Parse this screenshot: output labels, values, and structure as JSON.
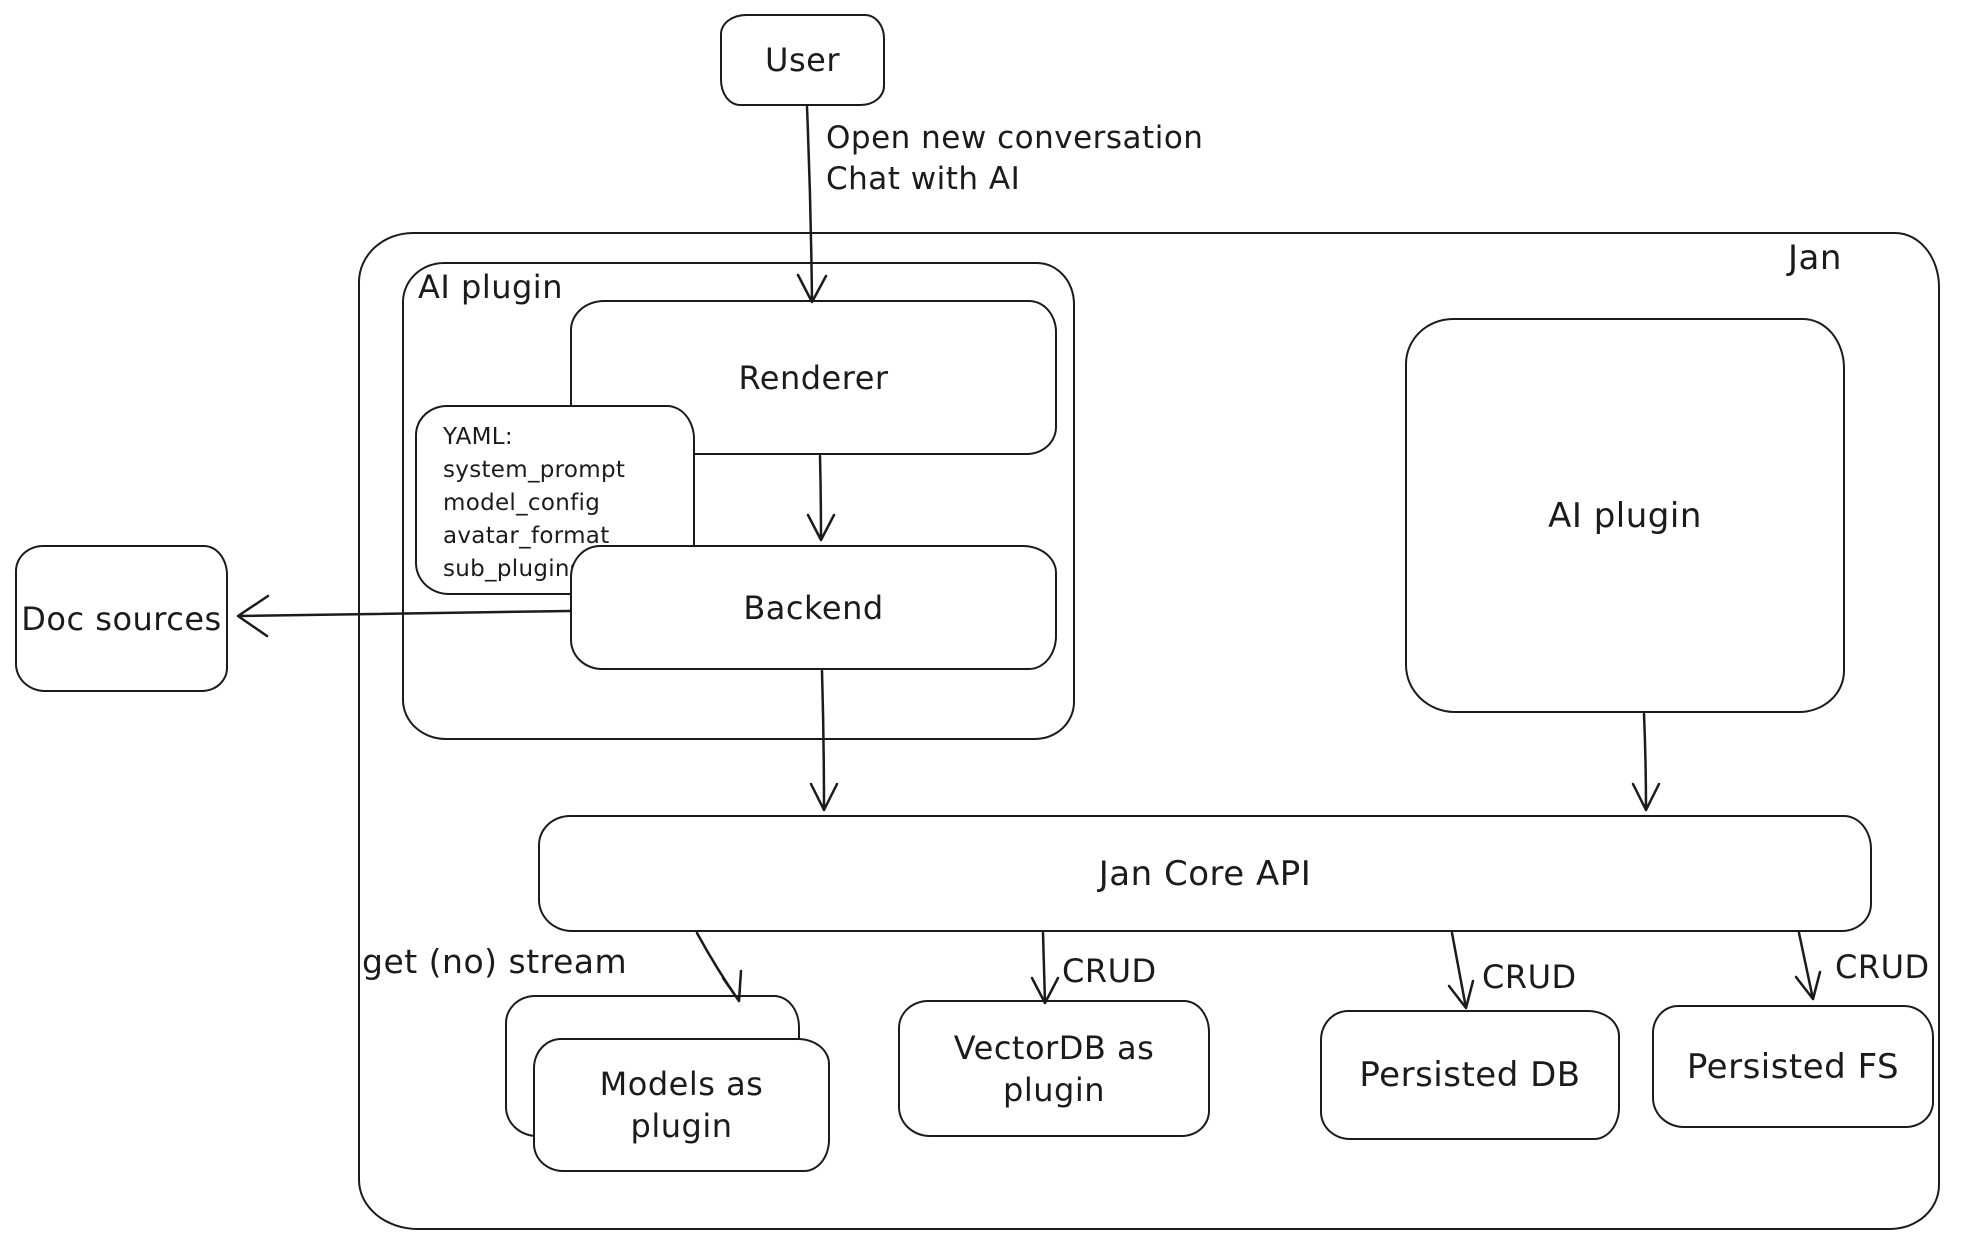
{
  "diagram": {
    "nodes": {
      "user": "User",
      "jan_label": "Jan",
      "ai_plugin_left": "AI plugin",
      "renderer": "Renderer",
      "backend": "Backend",
      "yaml_note": [
        "YAML:",
        "system_prompt",
        "model_config",
        "avatar_format",
        "sub_plugins"
      ],
      "doc_sources": "Doc sources",
      "ai_plugin_right": "AI plugin",
      "jan_core_api": "Jan Core API",
      "models_as_plugin": "Models as plugin",
      "vectordb_as_plugin": "VectorDB as plugin",
      "persisted_db": "Persisted DB",
      "persisted_fs": "Persisted FS"
    },
    "edges": {
      "user_flow_line1": "Open new conversation",
      "user_flow_line2": "Chat with AI",
      "get_no_stream": "get (no) stream",
      "crud_vectordb": "CRUD",
      "crud_persisted_db": "CRUD",
      "crud_persisted_fs": "CRUD"
    },
    "colors": {
      "stroke": "#1b1b1b",
      "background": "#ffffff"
    }
  }
}
